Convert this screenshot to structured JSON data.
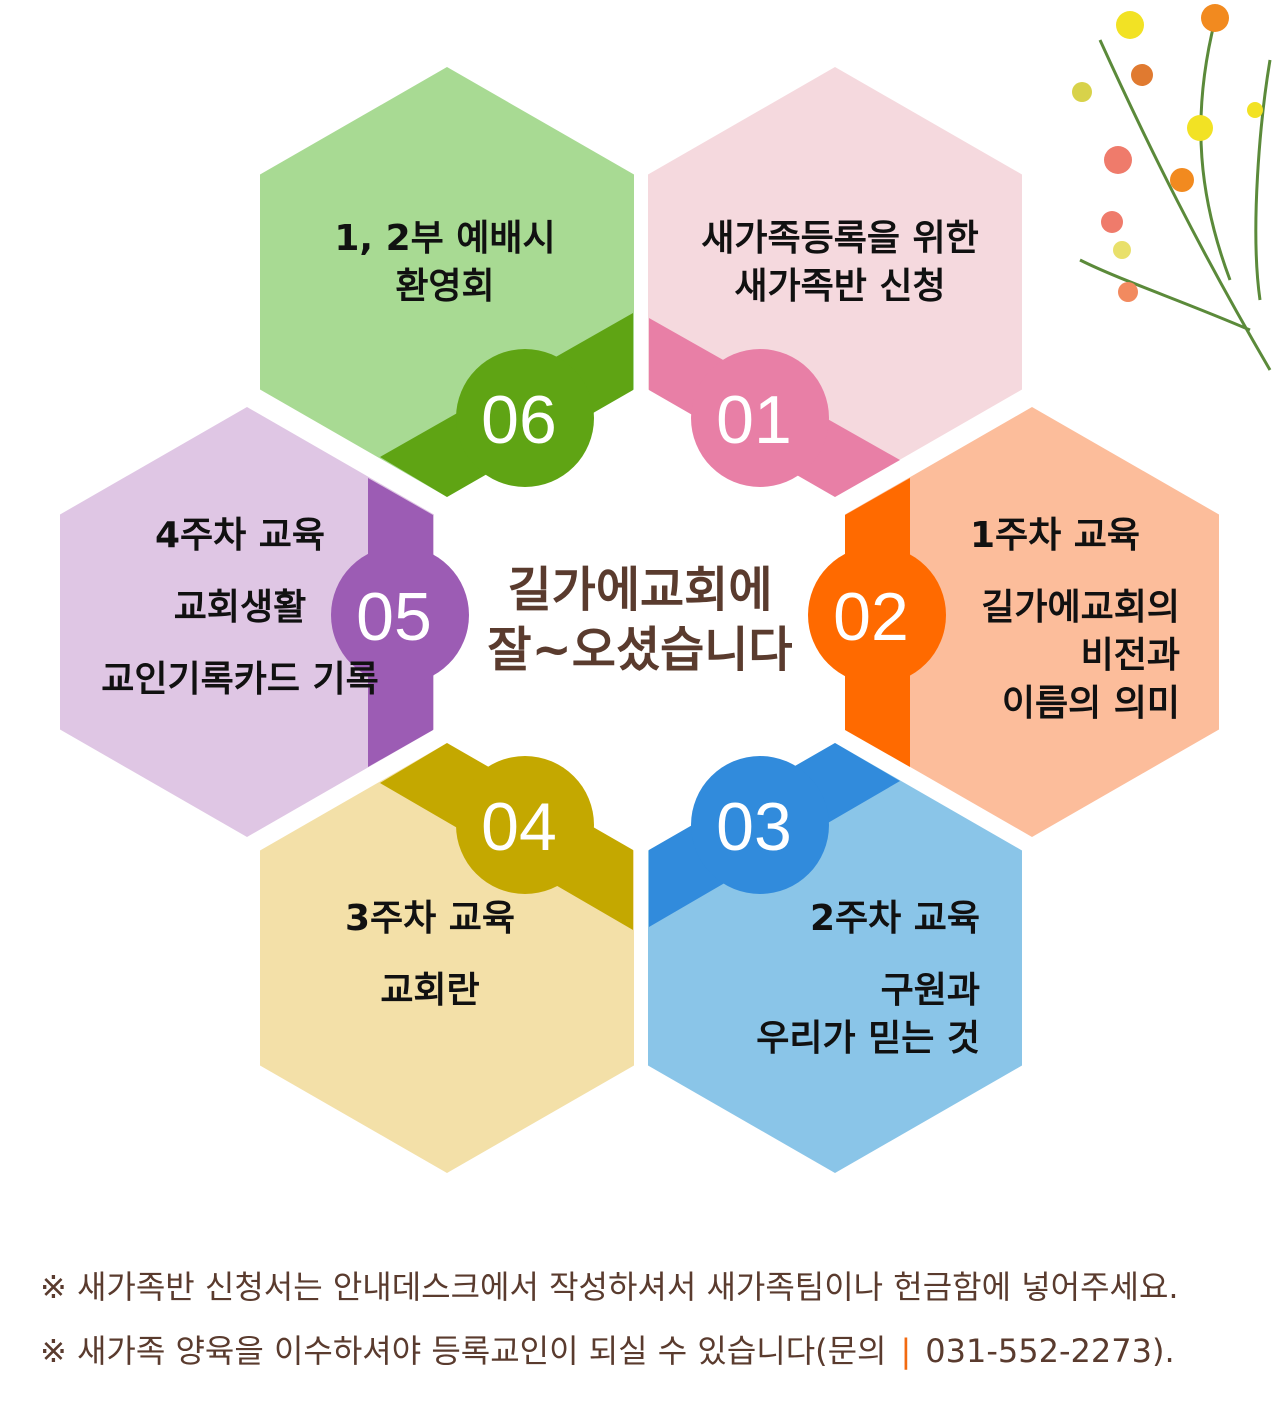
{
  "center_title": [
    "길가에교회에",
    "잘~오셨습니다"
  ],
  "steps": [
    {
      "num": "01",
      "lines": [
        "새가족등록을 위한",
        "새가족반 신청"
      ],
      "color": "#f5d9de",
      "accent": "#e87fa6"
    },
    {
      "num": "02",
      "lines": [
        "1주차 교육",
        "길가에교회의",
        "비전과",
        "이름의 의미"
      ],
      "color": "#fcbd9b",
      "accent": "#ff6a00"
    },
    {
      "num": "03",
      "lines": [
        "2주차 교육",
        "구원과",
        "우리가 믿는 것"
      ],
      "color": "#8ac5e8",
      "accent": "#318bdc"
    },
    {
      "num": "04",
      "lines": [
        "3주차 교육",
        "교회란"
      ],
      "color": "#f3e0a8",
      "accent": "#c4a800"
    },
    {
      "num": "05",
      "lines": [
        "4주차 교육",
        "교회생활",
        "교인기록카드 기록"
      ],
      "color": "#dfc6e4",
      "accent": "#9c5cb4"
    },
    {
      "num": "06",
      "lines": [
        "1, 2부 예배시",
        "환영회"
      ],
      "color": "#a8da93",
      "accent": "#5fa414"
    }
  ],
  "notes": [
    {
      "text": "※ 새가족반 신청서는 안내데스크에서 작성하셔서 새가족팀이나 헌금함에 넣어주세요."
    },
    {
      "text": "※ 새가족 양육을 이수하셔야 등록교인이 되실 수 있습니다(문의",
      "sep": "|",
      "phone": "031-552-2273)."
    }
  ]
}
